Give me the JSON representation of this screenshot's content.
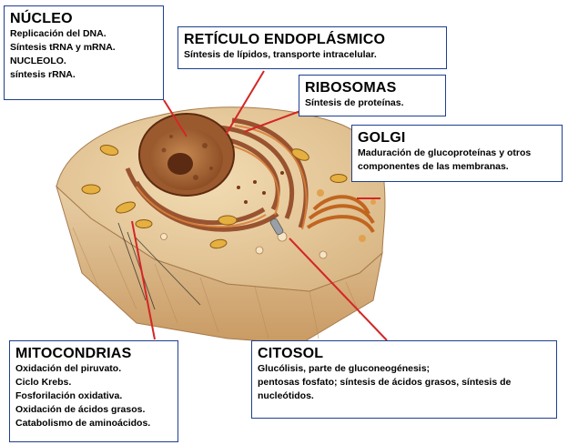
{
  "colors": {
    "border": "#1f3f8f",
    "leader": "#d42626",
    "leader_dark": "#8a1f1f"
  },
  "labels": {
    "nucleo": {
      "title": "NÚCLEO",
      "lines": [
        "Replicación del DNA.",
        "Síntesis tRNA y mRNA.",
        "NUCLEOLO.",
        "síntesis rRNA."
      ]
    },
    "reticulo": {
      "title": "RETÍCULO ENDOPLÁSMICO",
      "lines": [
        "Síntesis de lípidos, transporte intracelular."
      ]
    },
    "ribosomas": {
      "title": "RIBOSOMAS",
      "lines": [
        "Síntesis de proteínas."
      ]
    },
    "golgi": {
      "title": "GOLGI",
      "lines": [
        "Maduración de glucoproteínas y otros",
        "componentes de las membranas."
      ]
    },
    "mitocondrias": {
      "title": "MITOCONDRIAS",
      "lines": [
        "Oxidación del piruvato.",
        "Ciclo Krebs.",
        "Fosforilación oxidativa.",
        "Oxidación de ácidos grasos.",
        "Catabolismo de aminoácidos."
      ]
    },
    "citosol": {
      "title": "CITOSOL",
      "lines": [
        "Glucólisis, parte de gluconeogénesis;",
        "pentosas fosfato; síntesis de ácidos grasos, síntesis de",
        "nucleótidos."
      ]
    }
  }
}
